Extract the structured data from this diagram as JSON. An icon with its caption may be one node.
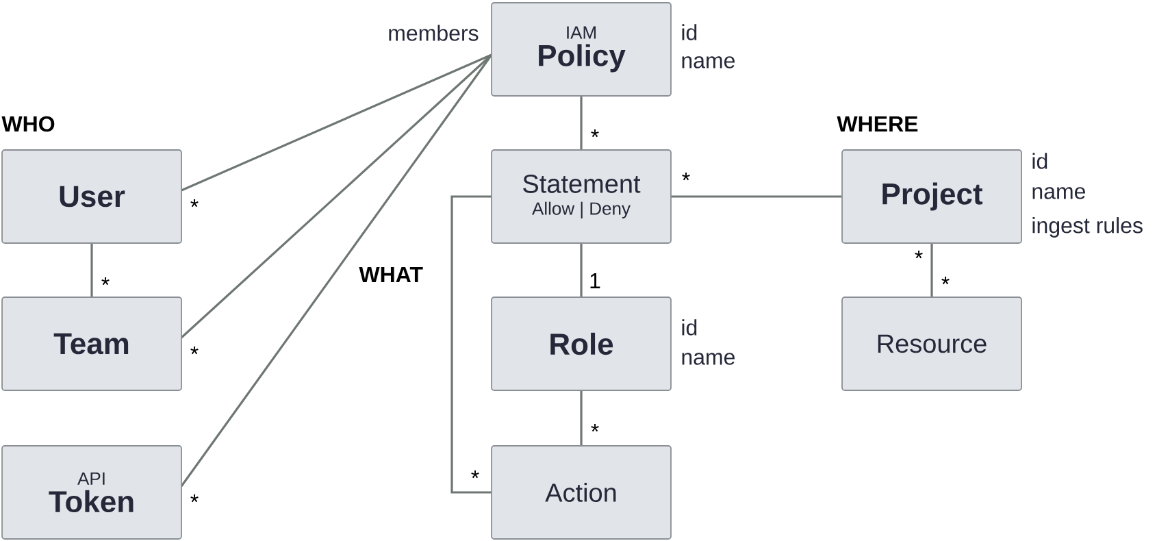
{
  "diagram": {
    "nodes": [
      {
        "text": [
          "IAM",
          "Policy"
        ],
        "beside": [
          "id",
          "name"
        ]
      },
      {
        "text": [
          "User"
        ]
      },
      {
        "text": [
          "Team"
        ]
      },
      {
        "text": [
          "API",
          "Token"
        ]
      },
      {
        "text": [
          "Statement",
          "Allow | Deny"
        ]
      },
      {
        "text": [
          "Project"
        ],
        "beside": [
          "id",
          "name",
          "ingest rules"
        ]
      },
      {
        "text": [
          "Role"
        ],
        "beside": [
          "id",
          "name"
        ]
      },
      {
        "text": [
          "Resource"
        ]
      },
      {
        "text": [
          "Action"
        ]
      }
    ],
    "edges": [
      {
        "from": 1,
        "to": 0,
        "arrow": "none",
        "label": "*"
      },
      {
        "from": 2,
        "to": 0,
        "arrow": "none",
        "label": "*"
      },
      {
        "from": 3,
        "to": 0,
        "arrow": "none",
        "label": "*"
      },
      {
        "from": 1,
        "to": 2,
        "arrow": "none",
        "label": "*"
      },
      {
        "from": 0,
        "to": 4,
        "arrow": "none",
        "label": "*"
      },
      {
        "from": 4,
        "to": 5,
        "arrow": "none",
        "label": "*"
      },
      {
        "from": 4,
        "to": 6,
        "arrow": "none",
        "label": "1"
      },
      {
        "from": 6,
        "to": 8,
        "arrow": "none",
        "label": "*"
      },
      {
        "from": 4,
        "to": 8,
        "arrow": "none",
        "label": "*"
      },
      {
        "from": 5,
        "to": 7,
        "arrow": "none",
        "label": "*"
      }
    ],
    "labels": [
      "members",
      "WHO",
      "WHERE",
      "WHAT",
      "*"
    ]
  }
}
